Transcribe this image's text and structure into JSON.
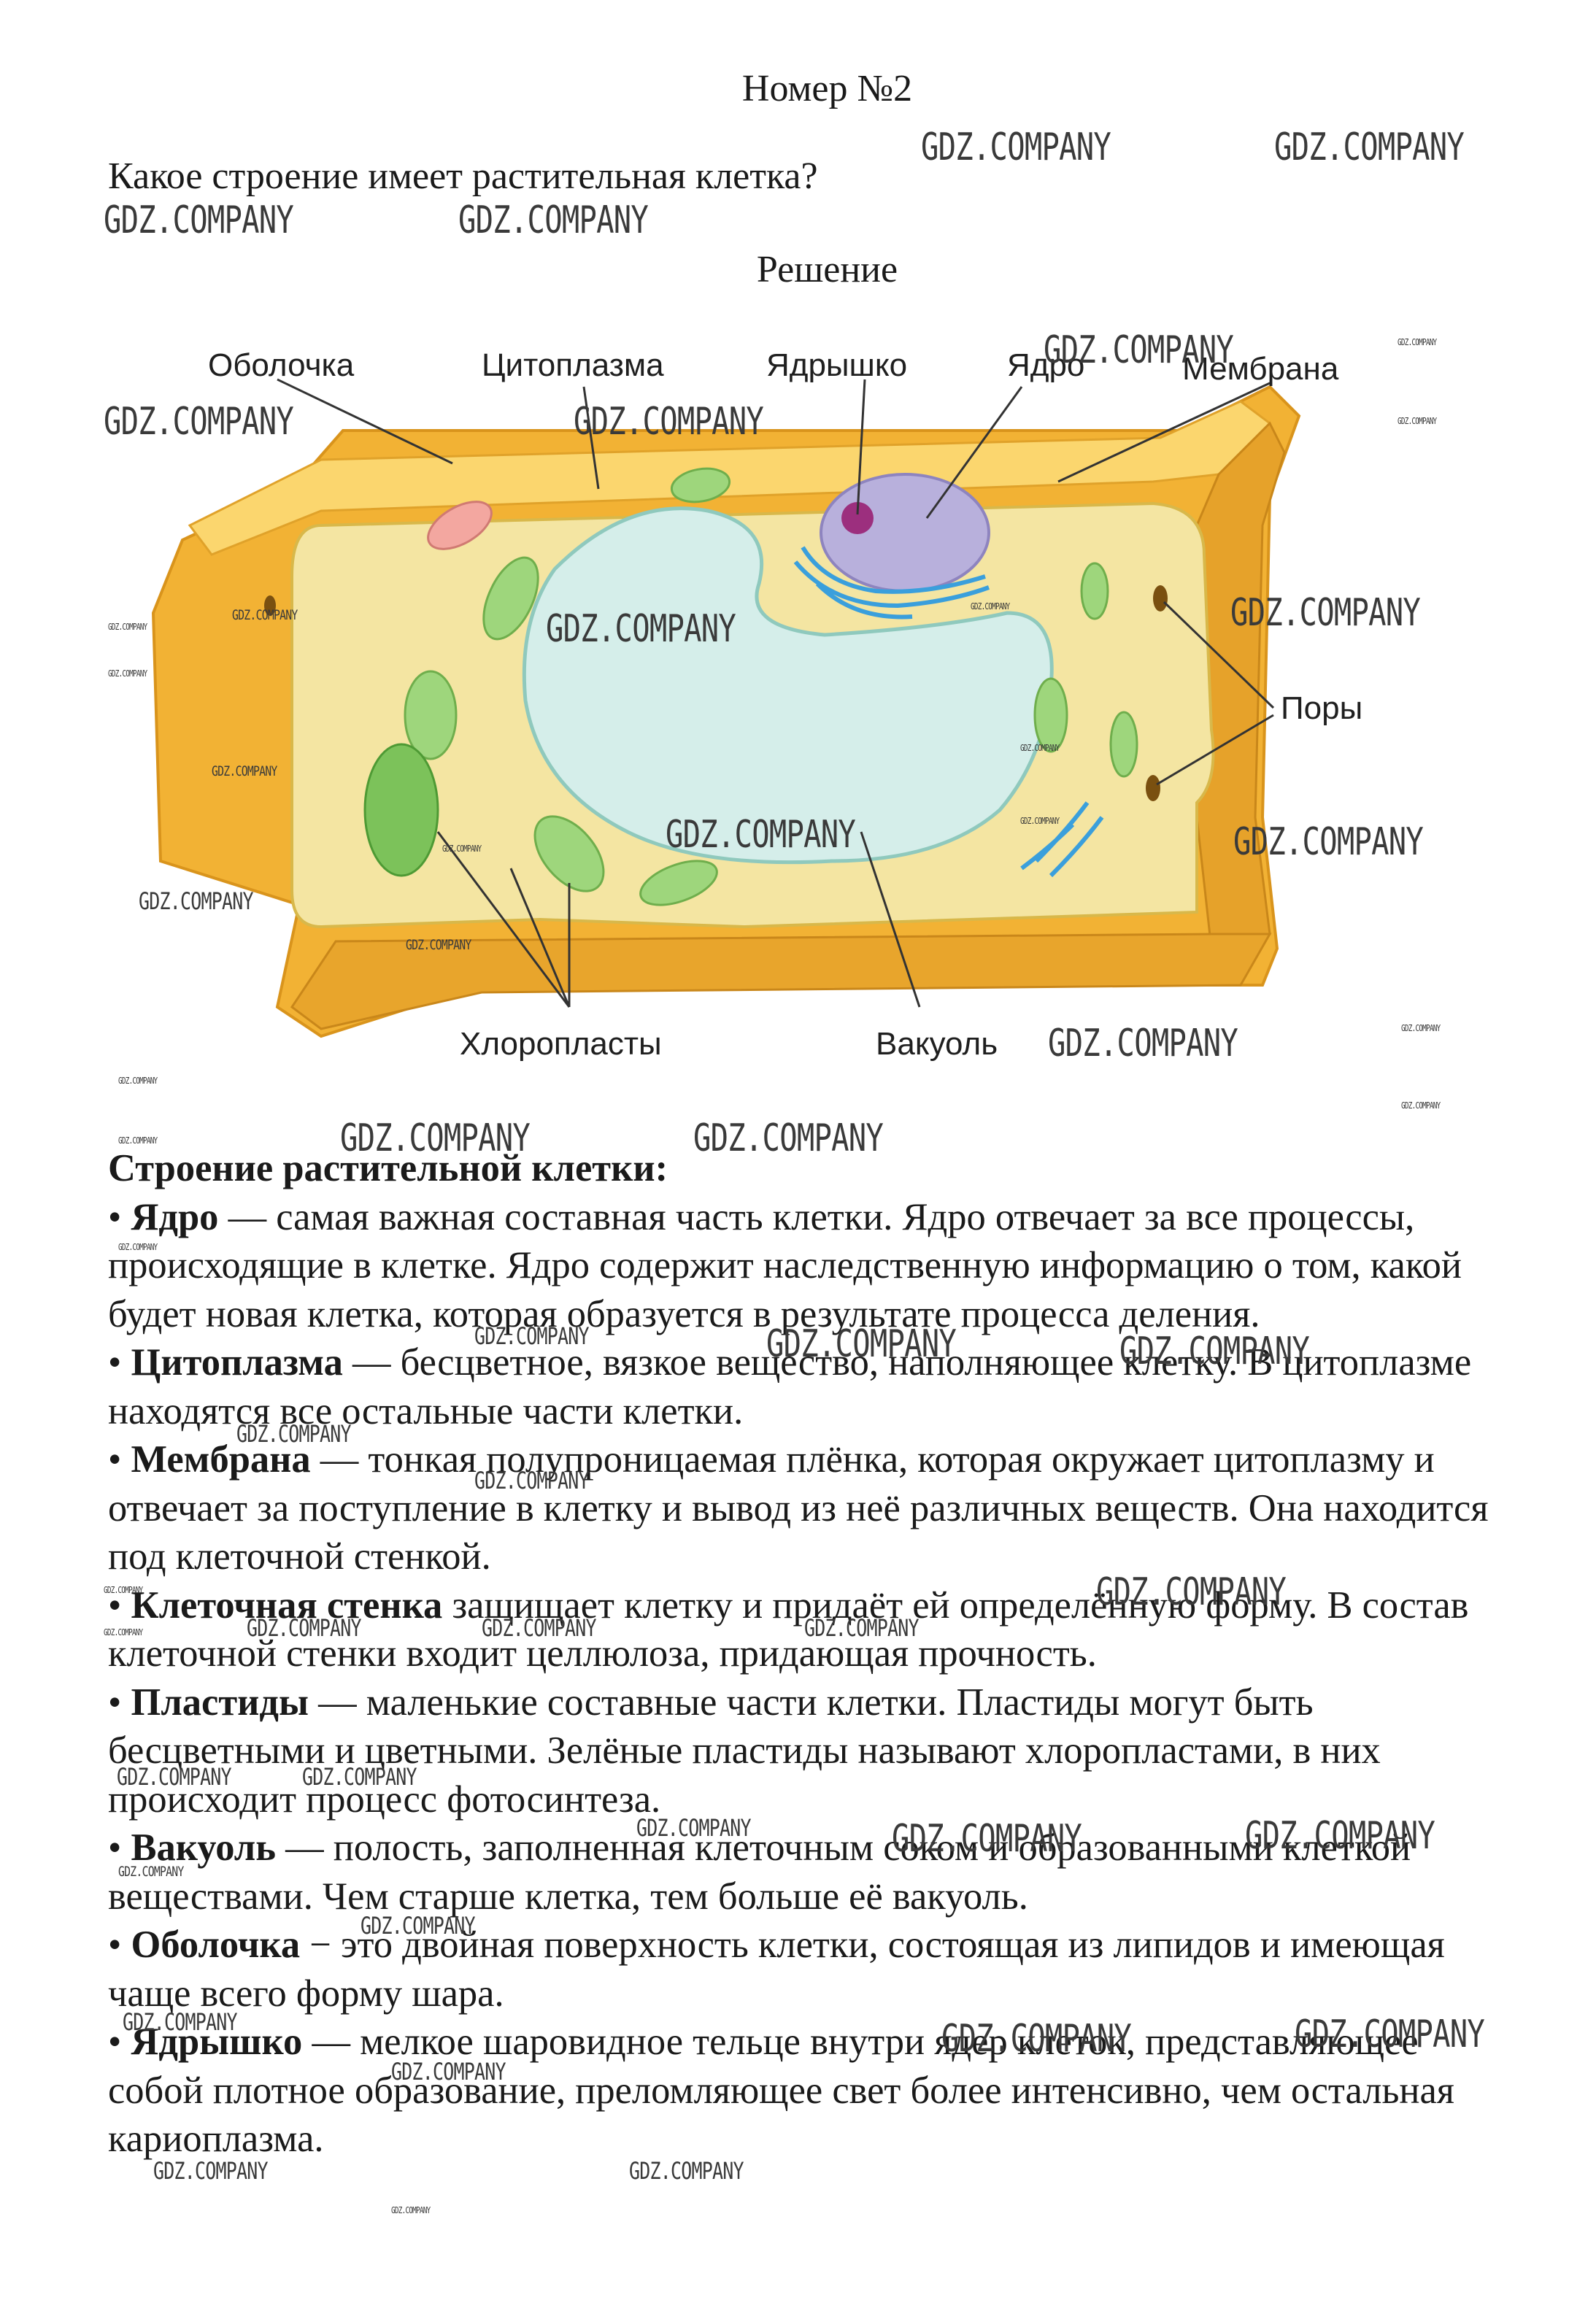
{
  "header": {
    "title": "Номер №2",
    "question": "Какое строение имеет растительная клетка?",
    "solution": "Решение"
  },
  "figure": {
    "labels": {
      "shell": "Оболочка",
      "cytoplasm": "Цитоплазма",
      "nucleolus": "Ядрышко",
      "nucleus": "Ядро",
      "membrane": "Мембрана",
      "pores": "Поры",
      "chloroplasts": "Хлоропласты",
      "vacuole": "Вакуоль"
    },
    "colors": {
      "wall": "#f2b234",
      "wall_light": "#fbd66e",
      "cytoplasm": "#f4e5a2",
      "vacuole": "#d5eeea",
      "chloroplast": "#9ed67c",
      "nucleus": "#b8b0dc",
      "nucleolus": "#9c2f7e",
      "er": "#3a9fdc"
    }
  },
  "answer": {
    "heading": "Строение растительной клетки:",
    "items": [
      {
        "bullet": "•",
        "term": "Ядро",
        "text": " — самая важная составная часть клетки. Ядро отвечает за все процессы, происходящие в клетке. Ядро содержит наследственную информацию о том, какой будет новая клетка, которая образуется в результате процесса деления."
      },
      {
        "bullet": "•",
        "term": "Цитоплазма",
        "text": " — бесцветное, вязкое вещество, наполняющее клетку. В цитоплазме находятся все остальные части клетки."
      },
      {
        "bullet": "•",
        "term": "Мембрана",
        "text": " — тонкая полупроницаемая плёнка, которая окружает цитоплазму и отвечает за поступление в клетку и вывод из неё различных веществ. Она находится под клеточной стенкой."
      },
      {
        "bullet": "•",
        "term": "Клеточная стенка",
        "text": " защищает клетку и придаёт ей определённую форму. В состав клеточной стенки входит целлюлоза, придающая прочность."
      },
      {
        "bullet": "•",
        "term": "Пластиды",
        "text": " — маленькие составные части клетки. Пластиды могут быть бесцветными и цветными. Зелёные пластиды называют хлоропластами, в них происходит процесс фотосинтеза."
      },
      {
        "bullet": "•",
        "term": "Вакуоль",
        "text": " — полость, заполненная клеточным соком и образованными клеткой веществами. Чем старше клетка, тем больше её вакуоль."
      },
      {
        "bullet": "•",
        "term": "Оболочка",
        "text": " − это двойная поверхность клетки, состоящая из липидов и имеющая чаще всего форму шара."
      },
      {
        "bullet": "•",
        "term": "Ядрышко",
        "text": " — мелкое шаровидное тельце внутри ядер клеток, представляющее собой плотное образование, преломляющее свет более интенсивно, чем остальная кариоплазма."
      }
    ]
  },
  "watermark": "GDZ.COMPANY"
}
